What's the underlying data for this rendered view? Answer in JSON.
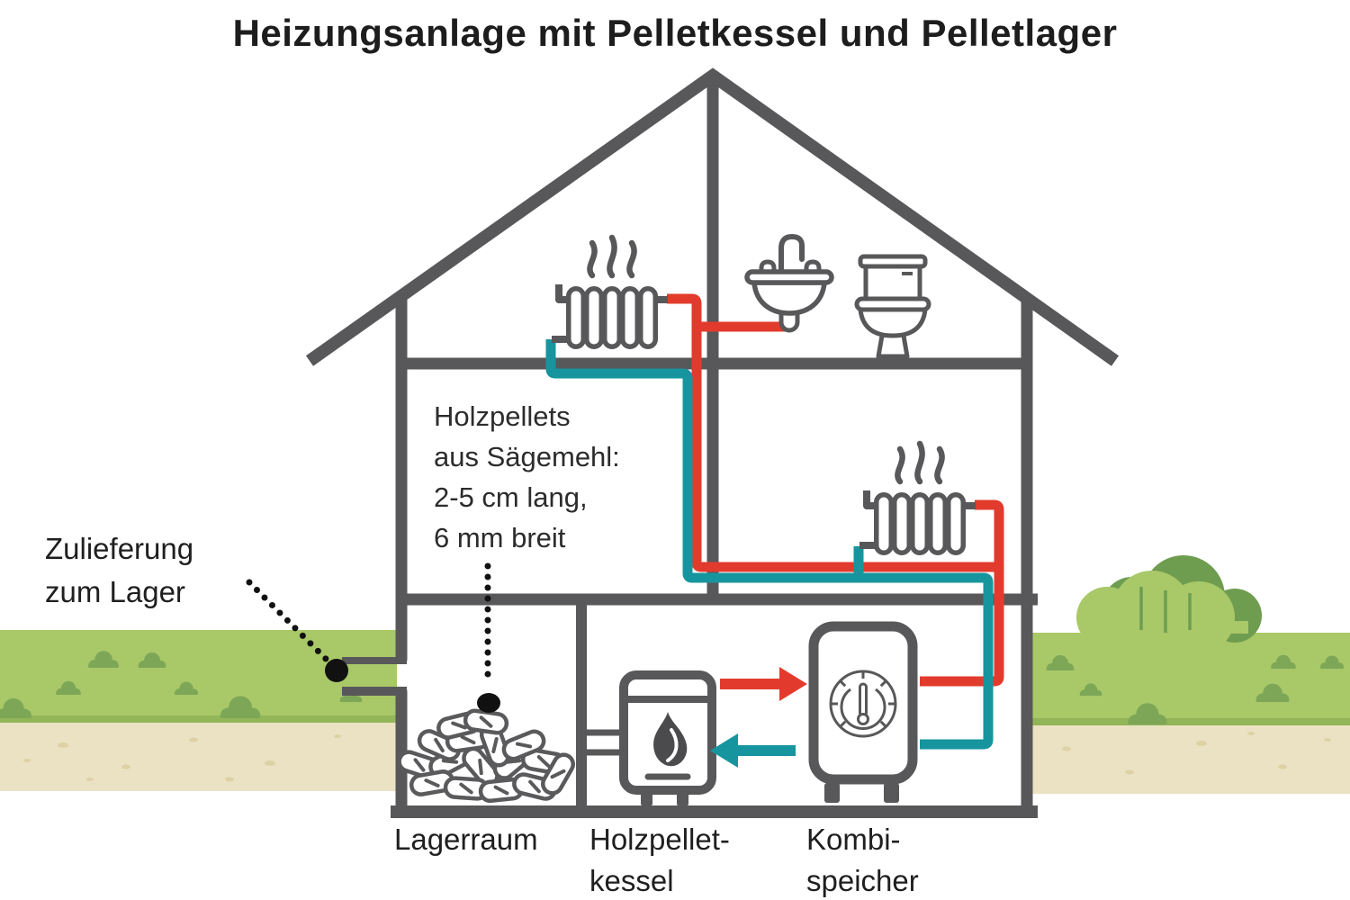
{
  "title": "Heizungsanlage mit Pelletkessel und Pelletlager",
  "annotations": {
    "delivery": {
      "line1": "Zulieferung",
      "line2": "zum Lager"
    },
    "pellet_info": {
      "line1": "Holzpellets",
      "line2": "aus Sägemehl:",
      "line3": "2-5 cm lang,",
      "line4": "6 mm breit"
    }
  },
  "room_labels": {
    "storage": "Lagerraum",
    "boiler_line1": "Holzpellet-",
    "boiler_line2": "kessel",
    "tank_line1": "Kombi-",
    "tank_line2": "speicher"
  },
  "colors": {
    "supply_pipe_red": "#e23b2d",
    "return_pipe_teal": "#17959e",
    "structure_gray": "#58585a",
    "grass_green": "#a9c868",
    "grass_edge_green": "#92b557",
    "tuft_green": "#7da757",
    "bush_dark_green": "#6f9d50",
    "ground_sand": "#ebe2c3",
    "text_dark": "#242424"
  },
  "icons": {
    "radiator": "radiator-icon",
    "heat_waves": "heat-waves-icon",
    "sink": "sink-icon",
    "toilet": "toilet-icon",
    "pellet_boiler": "pellet-boiler-icon",
    "flame": "flame-icon",
    "combi_tank": "combi-tank-icon",
    "gauge": "gauge-icon",
    "pellet_pile": "pellet-pile-icon",
    "supply_arrow": "supply-arrow-icon",
    "return_arrow": "return-arrow-icon",
    "delivery_dot": "delivery-dot-icon"
  }
}
